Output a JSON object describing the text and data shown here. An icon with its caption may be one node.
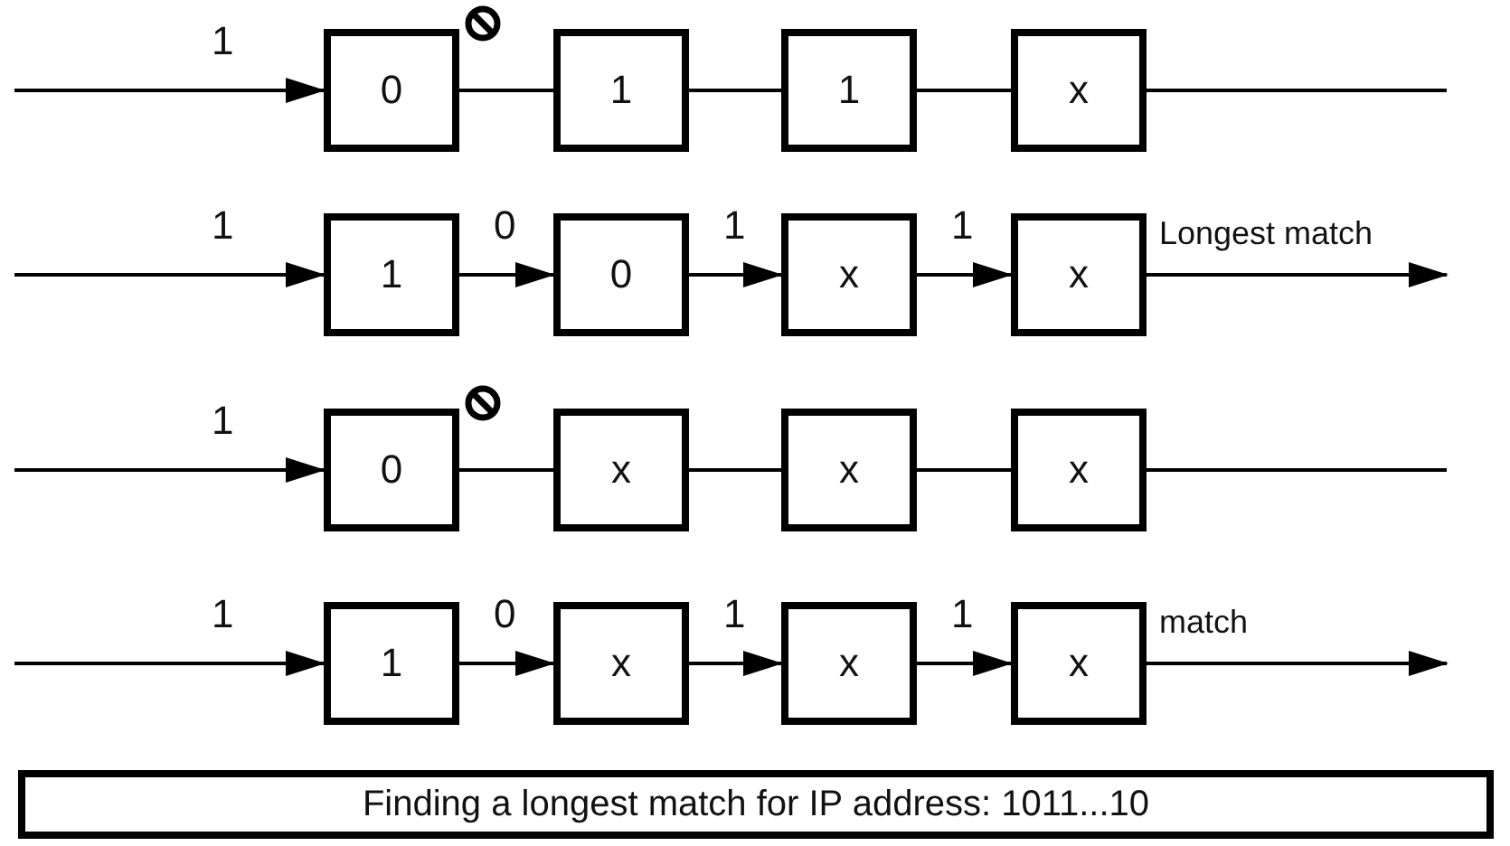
{
  "diagram": {
    "nodes": [
      {
        "text": [
          "0"
        ]
      },
      {
        "text": [
          "1"
        ]
      },
      {
        "text": [
          "1"
        ]
      },
      {
        "text": [
          "x"
        ]
      },
      {
        "text": [
          "1"
        ]
      },
      {
        "text": [
          "0"
        ]
      },
      {
        "text": [
          "x"
        ]
      },
      {
        "text": [
          "x"
        ]
      },
      {
        "text": [
          "0"
        ]
      },
      {
        "text": [
          "x"
        ]
      },
      {
        "text": [
          "x"
        ]
      },
      {
        "text": [
          "x"
        ]
      },
      {
        "text": [
          "1"
        ]
      },
      {
        "text": [
          "x"
        ]
      },
      {
        "text": [
          "x"
        ]
      },
      {
        "text": [
          "x"
        ]
      },
      {
        "text": [
          "Finding a longest match for IP address: 1011...10"
        ]
      }
    ],
    "edges": [
      {
        "from": null,
        "to": 0,
        "arrow": "to",
        "label": "1"
      },
      {
        "from": 0,
        "to": 1,
        "arrow": "none"
      },
      {
        "from": 1,
        "to": 2,
        "arrow": "none"
      },
      {
        "from": 2,
        "to": 3,
        "arrow": "none"
      },
      {
        "from": 3,
        "to": null,
        "arrow": "none"
      },
      {
        "from": null,
        "to": 4,
        "arrow": "to",
        "label": "1"
      },
      {
        "from": 4,
        "to": 5,
        "arrow": "to",
        "label": "0"
      },
      {
        "from": 5,
        "to": 6,
        "arrow": "to",
        "label": "1"
      },
      {
        "from": 6,
        "to": 7,
        "arrow": "to",
        "label": "1"
      },
      {
        "from": 7,
        "to": null,
        "arrow": "to",
        "label": "Longest match"
      },
      {
        "from": null,
        "to": 8,
        "arrow": "to",
        "label": "1"
      },
      {
        "from": 8,
        "to": 9,
        "arrow": "none"
      },
      {
        "from": 9,
        "to": 10,
        "arrow": "none"
      },
      {
        "from": 10,
        "to": 11,
        "arrow": "none"
      },
      {
        "from": 11,
        "to": null,
        "arrow": "none"
      },
      {
        "from": null,
        "to": 12,
        "arrow": "to",
        "label": "1"
      },
      {
        "from": 12,
        "to": 13,
        "arrow": "to",
        "label": "0"
      },
      {
        "from": 13,
        "to": 14,
        "arrow": "to",
        "label": "1"
      },
      {
        "from": 14,
        "to": 15,
        "arrow": "to",
        "label": "1"
      },
      {
        "from": 15,
        "to": null,
        "arrow": "to",
        "label": "match"
      }
    ]
  }
}
